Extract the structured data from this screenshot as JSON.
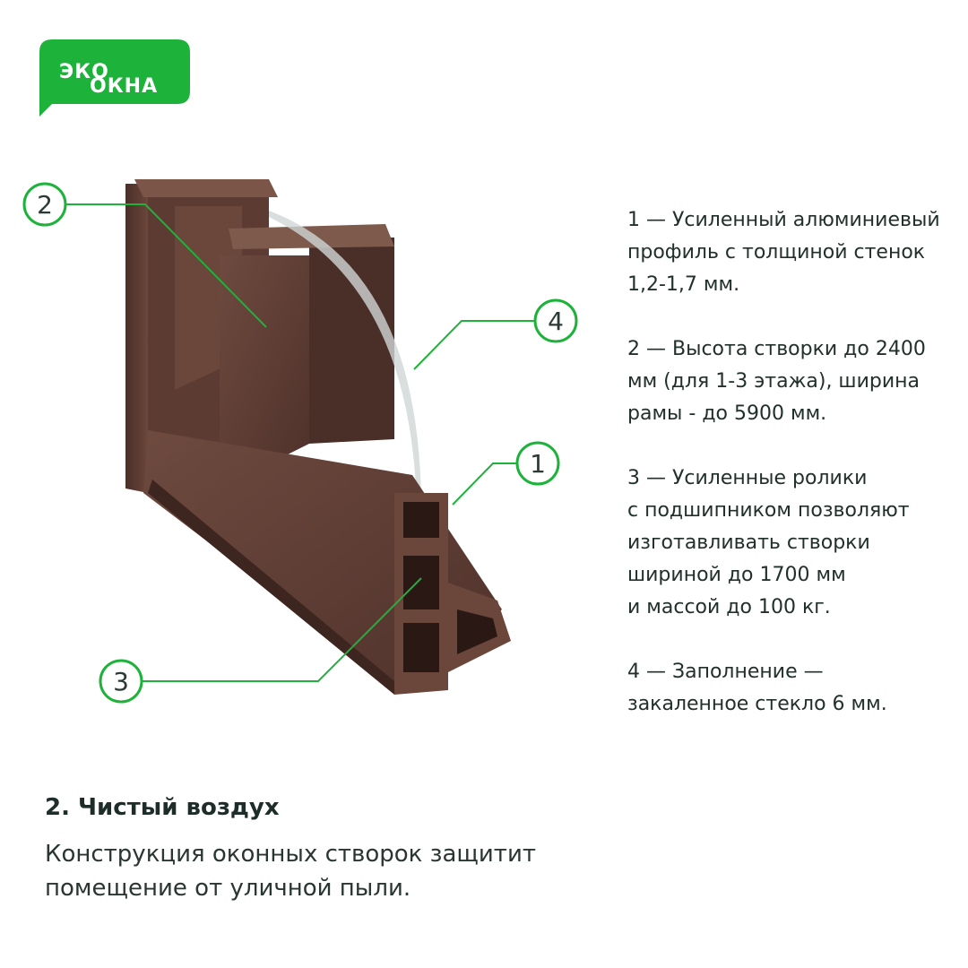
{
  "brand": {
    "name_part1": "ЭКО",
    "name_part2": "ОКНА",
    "color": "#1DB23A"
  },
  "callouts": [
    {
      "number": "1"
    },
    {
      "number": "2"
    },
    {
      "number": "3"
    },
    {
      "number": "4"
    }
  ],
  "specs": [
    {
      "lines": [
        "1 — Усиленный алюминиевый",
        "профиль с толщиной стенок",
        "1,2-1,7 мм."
      ]
    },
    {
      "lines": [
        "2 — Высота створки до 2400",
        "мм (для 1-3 этажа), ширина",
        "рамы - до 5900 мм."
      ]
    },
    {
      "lines": [
        "3 — Усиленные ролики",
        "с подшипником позволяют",
        "изготавливать створки",
        "шириной до 1700 мм",
        "и массой до 100 кг."
      ]
    },
    {
      "lines": [
        "4 — Заполнение —",
        "закаленное стекло 6 мм."
      ]
    }
  ],
  "section": {
    "title": "2. Чистый воздух",
    "description_lines": [
      "Конструкция оконных створок защитит",
      "помещение от уличной пыли."
    ]
  },
  "colors": {
    "accent": "#1DB23A",
    "profile": "#5a3a31",
    "text": "#1f2d2a"
  }
}
